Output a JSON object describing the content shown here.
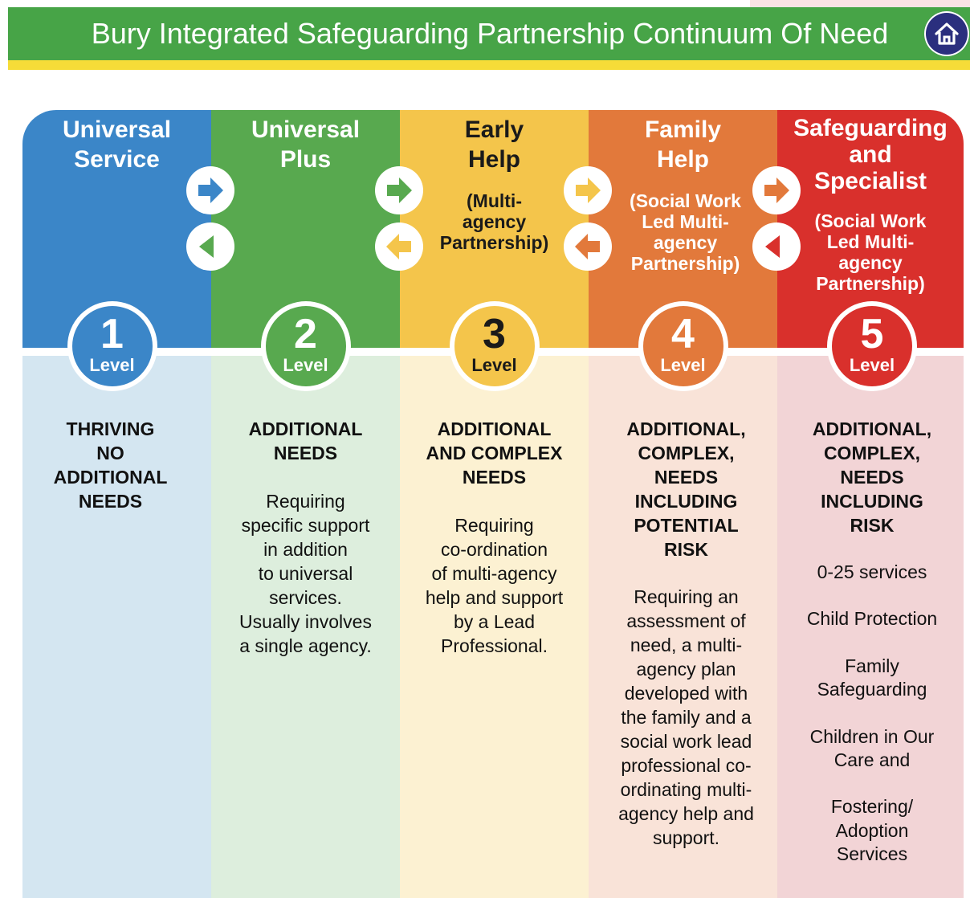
{
  "header": {
    "title": "Bury Integrated Safeguarding Partnership Continuum Of Need"
  },
  "levels": [
    {
      "title_lines": [
        "Universal",
        "Service"
      ],
      "subtitle_lines": [],
      "number": "1",
      "level_label": "Level",
      "need_lines": [
        "THRIVING",
        "NO",
        "ADDITIONAL",
        "NEEDS"
      ],
      "desc_lines": [],
      "top_color": "#3b86c8",
      "bottom_color": "#d4e6f1"
    },
    {
      "title_lines": [
        "Universal",
        "Plus"
      ],
      "subtitle_lines": [],
      "number": "2",
      "level_label": "Level",
      "need_lines": [
        "ADDITIONAL",
        "NEEDS"
      ],
      "desc_lines": [
        "Requiring",
        "specific support",
        "in addition",
        "to universal",
        "services.",
        "Usually involves",
        "a single agency."
      ],
      "top_color": "#58a94f",
      "bottom_color": "#ddeedd"
    },
    {
      "title_lines": [
        "Early",
        "Help"
      ],
      "subtitle_lines": [
        "(Multi-",
        "agency",
        "Partnership)"
      ],
      "number": "3",
      "level_label": "Level",
      "need_lines": [
        "ADDITIONAL",
        "AND COMPLEX",
        "NEEDS"
      ],
      "desc_lines": [
        "Requiring",
        "co-ordination",
        "of multi-agency",
        "help and support",
        "by a Lead",
        "Professional."
      ],
      "top_color": "#f4c54b",
      "bottom_color": "#fcf1d2"
    },
    {
      "title_lines": [
        "Family",
        "Help"
      ],
      "subtitle_lines": [
        "(Social Work",
        "Led Multi-",
        "agency",
        "Partnership)"
      ],
      "number": "4",
      "level_label": "Level",
      "need_lines": [
        "ADDITIONAL,",
        "COMPLEX,",
        "NEEDS",
        "INCLUDING",
        "POTENTIAL",
        "RISK"
      ],
      "desc_lines": [
        "Requiring an",
        "assessment of",
        "need, a multi-",
        "agency plan",
        "developed with",
        "the family and a",
        "social work lead",
        "professional co-",
        "ordinating multi-",
        "agency help and",
        "support."
      ],
      "top_color": "#e2793b",
      "bottom_color": "#f9e3d8"
    },
    {
      "title_lines": [
        "Safeguarding",
        "and",
        "Specialist"
      ],
      "subtitle_lines": [
        "(Social Work",
        "Led Multi-",
        "agency",
        "Partnership)"
      ],
      "number": "5",
      "level_label": "Level",
      "need_lines": [
        "ADDITIONAL,",
        "COMPLEX,",
        "NEEDS",
        "INCLUDING",
        "RISK"
      ],
      "desc_lines": [
        "0-25 services",
        "",
        "Child Protection",
        "",
        "Family",
        "Safeguarding",
        "",
        "Children in Our",
        "Care and",
        "",
        "Fostering/",
        "Adoption",
        "Services"
      ],
      "top_color": "#d9302c",
      "bottom_color": "#f2d4d6"
    }
  ],
  "icons": {
    "home": "home-icon",
    "forward": "arrow-right-icon",
    "back": "arrow-left-icon"
  },
  "colors": {
    "header_green": "#47a447",
    "header_yellow": "#f6dc38",
    "home_navy": "#2b2f7e"
  }
}
